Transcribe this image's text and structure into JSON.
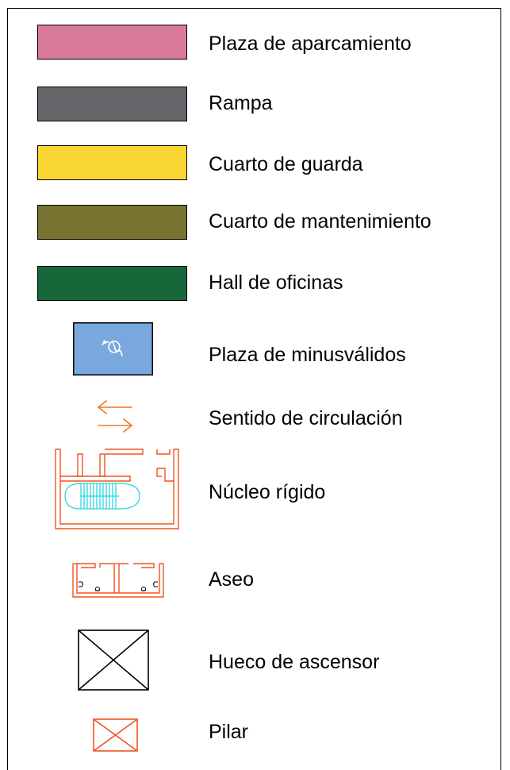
{
  "legend": {
    "items": [
      {
        "label": "Plaza de aparcamiento",
        "color": "#D97A9B"
      },
      {
        "label": "Rampa",
        "color": "#646569"
      },
      {
        "label": "Cuarto de guarda",
        "color": "#F9D633"
      },
      {
        "label": "Cuarto de mantenimiento",
        "color": "#767331"
      },
      {
        "label": "Hall de oficinas",
        "color": "#16673A"
      },
      {
        "label": "Plaza de minusválidos",
        "color": "#78A8DE",
        "icon": "wheelchair-icon"
      },
      {
        "label": "Sentido de circulación",
        "color": "#F07A22",
        "icon": "two-way-arrows-icon"
      },
      {
        "label": "Núcleo rígido",
        "color": "#F0541E",
        "icon": "stair-core-icon"
      },
      {
        "label": "Aseo",
        "color": "#F0541E",
        "icon": "restroom-plan-icon"
      },
      {
        "label": "Hueco de ascensor",
        "color": "#000000",
        "icon": "elevator-shaft-icon"
      },
      {
        "label": "Pilar",
        "color": "#F0541E",
        "icon": "pillar-icon"
      }
    ]
  }
}
